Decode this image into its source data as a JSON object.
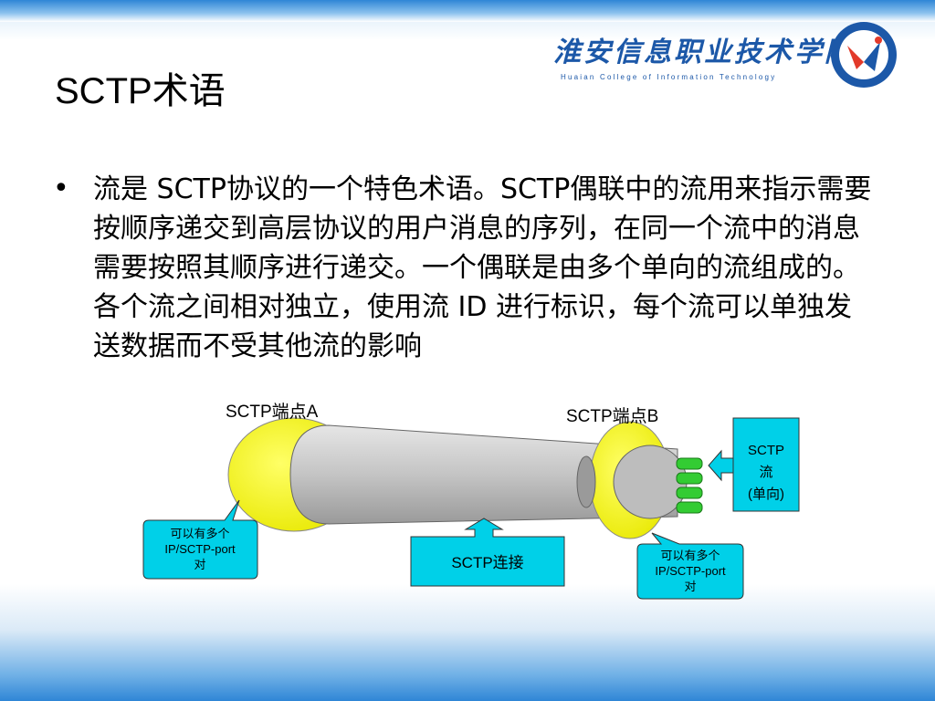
{
  "slide": {
    "title": "SCTP术语",
    "school_name_cn": "淮安信息职业技术学院",
    "school_name_en": "Huaian College of Information Technology",
    "bullet_symbol": "•",
    "body": "流是 SCTP协议的一个特色术语。SCTP偶联中的流用来指示需要按顺序递交到高层协议的用户消息的序列，在同一个流中的消息需要按照其顺序进行递交。一个偶联是由多个单向的流组成的。各个流之间相对独立，使用流 ID 进行标识，每个流可以单独发送数据而不受其他流的影响"
  },
  "diagram": {
    "endpoint_a": "SCTP端点A",
    "endpoint_b": "SCTP端点B",
    "callout_a": [
      "可以有多个",
      "IP/SCTP-port",
      "对"
    ],
    "callout_b": [
      "可以有多个",
      "IP/SCTP-port",
      "对"
    ],
    "connection": "SCTP连接",
    "stream_box": [
      "SCTP",
      "流",
      "(单向)"
    ]
  },
  "colors": {
    "accent_blue": "#2f86d6",
    "callout_cyan": "#00d0e8",
    "endpoint_yellow": "#ffff33",
    "tube_gray": "#c8c8c8",
    "stream_green": "#33cc33"
  }
}
